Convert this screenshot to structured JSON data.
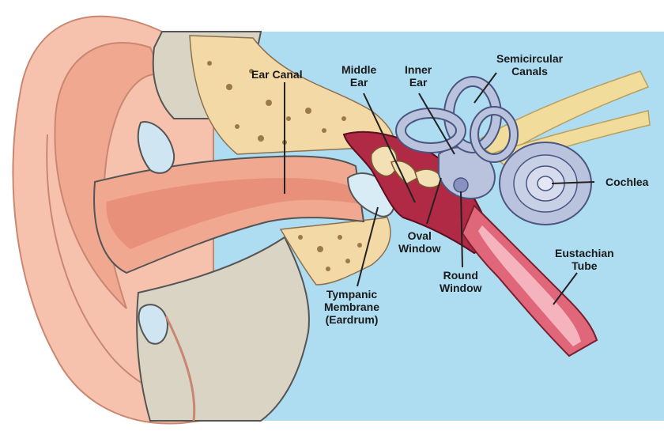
{
  "labels": {
    "ear_canal": "Ear Canal",
    "middle_ear": [
      "Middle",
      "Ear"
    ],
    "inner_ear": [
      "Inner",
      "Ear"
    ],
    "semicircular_canals": [
      "Semicircular",
      "Canals"
    ],
    "cochlea": "Cochlea",
    "oval_window": [
      "Oval",
      "Window"
    ],
    "round_window": [
      "Round",
      "Window"
    ],
    "eustachian_tube": [
      "Eustachian",
      "Tube"
    ],
    "tympanic_membrane": [
      "Tympanic",
      "Membrane",
      "(Eardrum)"
    ]
  },
  "colors": {
    "background_fluid": "#aedcf0",
    "skin": "#f7c2ad",
    "skin_shadow": "#e8907a",
    "bone": "#f3d9a6",
    "bone_speckle": "#9a7a4a",
    "soft_tissue": "#d9d4c4",
    "middle_ear_cavity": "#b02a45",
    "inner_ear": "#b9c3de",
    "nerve": "#f2dc9c",
    "eardrum": "#d8ecf5",
    "leader_line": "#222222"
  }
}
